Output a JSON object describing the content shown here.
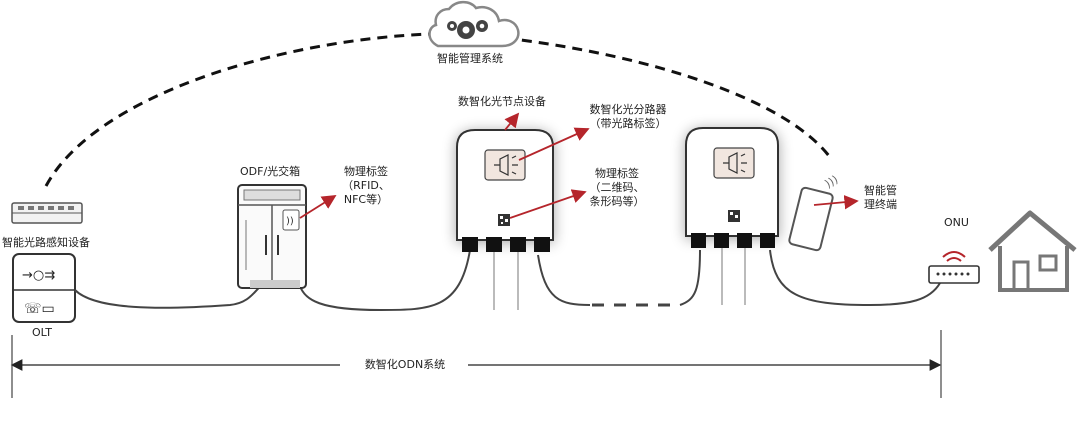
{
  "cloud": {
    "label": "智能管理系统"
  },
  "detector": {
    "label": "智能光路感知设备"
  },
  "olt": {
    "label": "OLT"
  },
  "odf": {
    "label": "ODF/光交箱"
  },
  "physical_tag_1": {
    "line1": "物理标签",
    "line2": "（RFID、",
    "line3": "NFC等）"
  },
  "node_device": {
    "label": "数智化光节点设备"
  },
  "splitter": {
    "line1": "数智化光分路器",
    "line2": "（带光路标签）"
  },
  "physical_tag_2": {
    "line1": "物理标签",
    "line2": "（二维码、",
    "line3": "条形码等）"
  },
  "terminal": {
    "line1": "智能管",
    "line2": "理终端"
  },
  "onu": {
    "label": "ONU"
  },
  "system": {
    "label": "数智化ODN系统"
  },
  "colors": {
    "accent": "#b5252b",
    "line": "#222222",
    "fiber": "#444444",
    "icon_fill": "#f1e6df"
  }
}
